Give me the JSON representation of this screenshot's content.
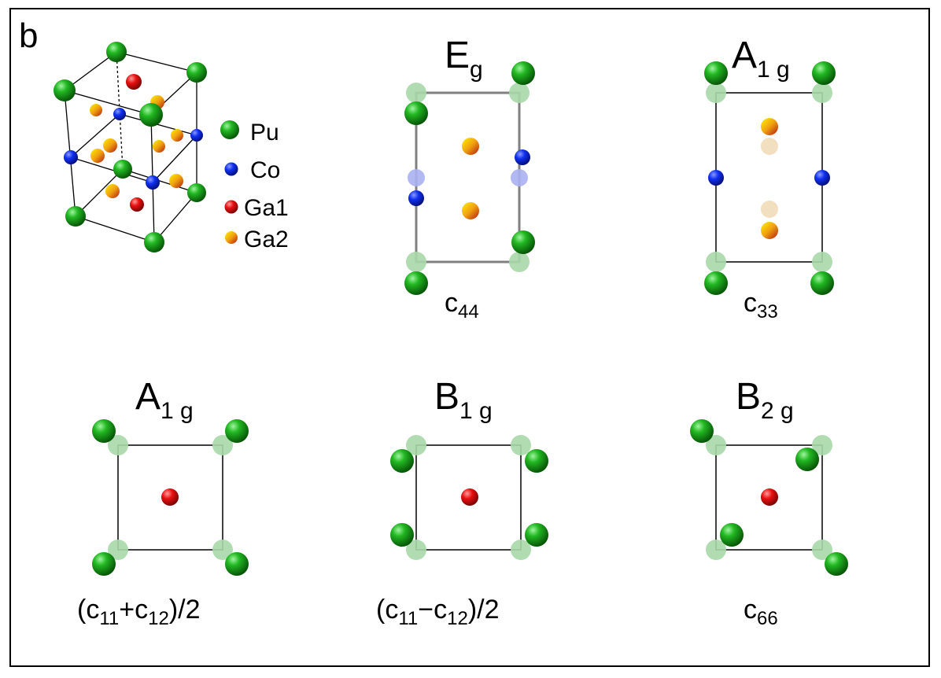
{
  "panel_label": "b",
  "legend": [
    {
      "id": "pu",
      "label": "Pu",
      "atom": "pu"
    },
    {
      "id": "co",
      "label": "Co",
      "atom": "co"
    },
    {
      "id": "ga1",
      "label": "Ga1",
      "atom": "ga1"
    },
    {
      "id": "ga2",
      "label": "Ga2",
      "atom": "ga2"
    }
  ],
  "colors": {
    "pu": "#1fa51f",
    "co": "#0a1fe0",
    "ga1": "#e01010",
    "ga2": "#f0a010",
    "ghost_pu": "#a8d8a8",
    "ghost_co": "#aab0f0",
    "ghost_ga2": "#f0dcb8",
    "frame_line": "#808080"
  },
  "modes": [
    {
      "id": "eg",
      "irrep_main": "E",
      "irrep_sub": "g",
      "constant_main": "c",
      "constant_sub": "44"
    },
    {
      "id": "a1g-top",
      "irrep_main": "A",
      "irrep_sub": "1 g",
      "constant_main": "c",
      "constant_sub": "33"
    },
    {
      "id": "a1g-bottom",
      "irrep_main": "A",
      "irrep_sub": "1 g",
      "constant_parts": [
        "(c",
        "11",
        "+c",
        "12",
        ")/2"
      ]
    },
    {
      "id": "b1g",
      "irrep_main": "B",
      "irrep_sub": "1 g",
      "constant_parts": [
        "(c",
        "11",
        "−c",
        "12",
        ")/2"
      ]
    },
    {
      "id": "b2g",
      "irrep_main": "B",
      "irrep_sub": "2 g",
      "constant_main": "c",
      "constant_sub": "66"
    }
  ]
}
